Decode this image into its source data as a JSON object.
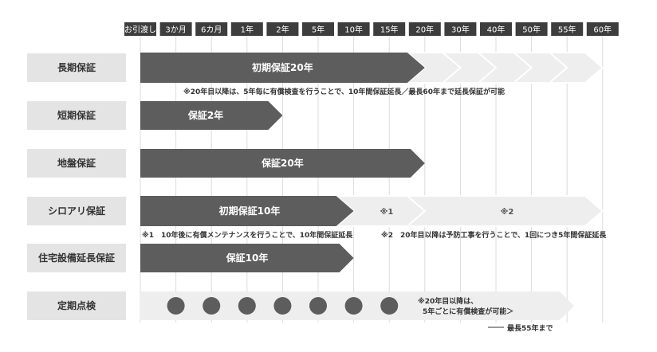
{
  "timeline": {
    "columns": [
      "お引渡し",
      "3か月",
      "6カ月",
      "1年",
      "2年",
      "5年",
      "10年",
      "15年",
      "20年",
      "30年",
      "40年",
      "50年",
      "55年",
      "60年"
    ]
  },
  "rows": [
    {
      "label": "長期保証",
      "bar_text": "初期保証20年",
      "note": "※20年目以降は、5年毎に有償検査を行うことで、10年間保証延長／最長60年まで延長保証が可能"
    },
    {
      "label": "短期保証",
      "bar_text": "保証2年"
    },
    {
      "label": "地盤保証",
      "bar_text": "保証20年"
    },
    {
      "label": "シロアリ保証",
      "bar_text": "初期保証10年",
      "ext1_text": "※1",
      "ext2_text": "※2",
      "note1": "※1　10年後に有償メンテナンスを行うことで、10年間保証延長",
      "note2": "※2　20年目以降は予防工事を行うことで、1回につき5年間保証延長"
    },
    {
      "label": "住宅設備延長保証",
      "bar_text": "保証10年"
    },
    {
      "label": "定期点検",
      "inspection_note_line1": "※20年目以降は、",
      "inspection_note_line2": "5年ごとに有償検査が可能＞",
      "inspection_limit": "最長55年まで"
    }
  ],
  "colors": {
    "header_bg": "#3d3d3d",
    "header_text": "#ffffff",
    "label_bg": "#e4e4e4",
    "bar_dark": "#5d5d5d",
    "bar_light": "#eeeeee",
    "bar_light_text": "#555555",
    "grid": "#dcdcdc",
    "dot": "#5d5d5d",
    "note_text": "#333333"
  }
}
